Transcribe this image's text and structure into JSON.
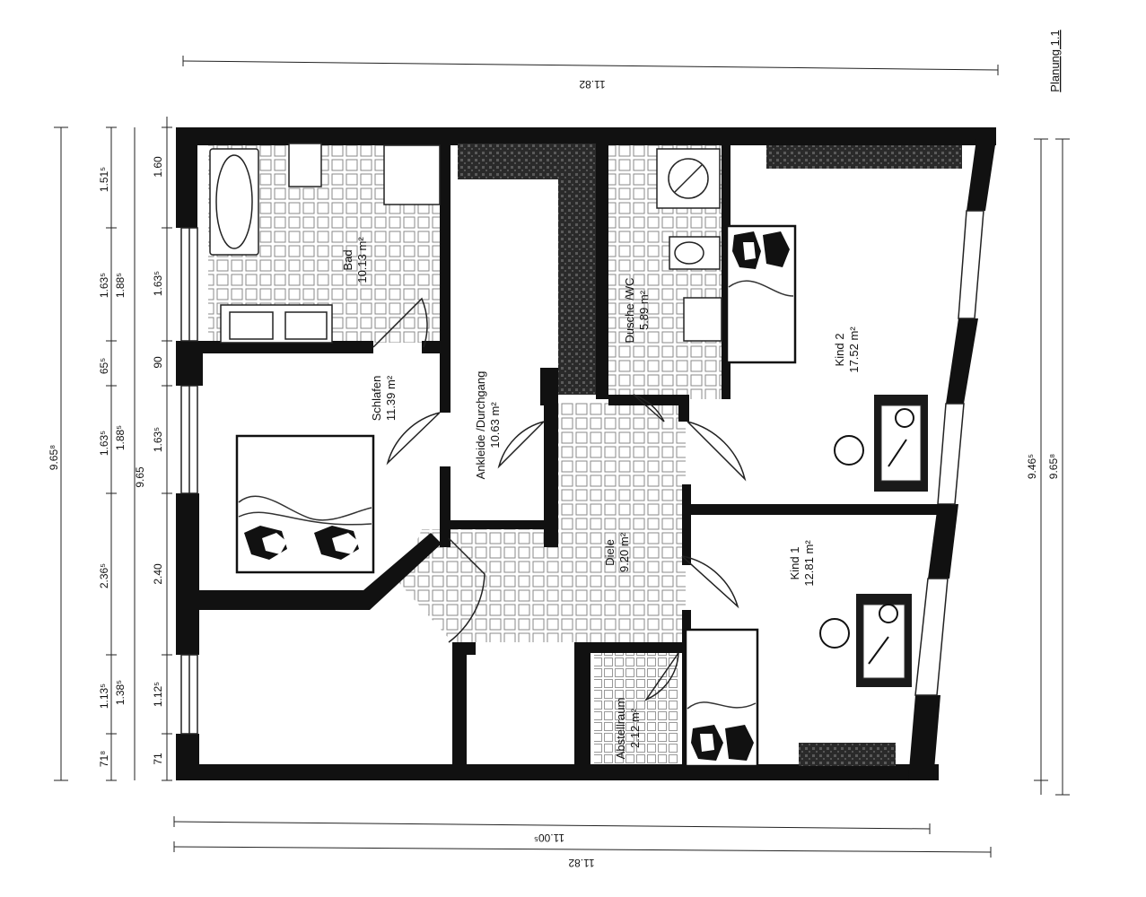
{
  "title": "Planung 1.1",
  "rooms": [
    {
      "id": "bad",
      "name": "Bad",
      "area": "10.13 m²"
    },
    {
      "id": "schlafen",
      "name": "Schlafen",
      "area": "11.39 m²"
    },
    {
      "id": "ankleide",
      "name": "Ankleide /Durchgang",
      "area": "10.63 m²"
    },
    {
      "id": "dusche",
      "name": "Dusche /WC",
      "area": "5.89 m²"
    },
    {
      "id": "kind2",
      "name": "Kind 2",
      "area": "17.52 m²"
    },
    {
      "id": "diele",
      "name": "Diele",
      "area": "9.20 m²"
    },
    {
      "id": "kind1",
      "name": "Kind 1",
      "area": "12.81 m²"
    },
    {
      "id": "abstellraum",
      "name": "Abstellraum",
      "area": "2.12 m²"
    }
  ],
  "dimensions": {
    "top_width": "11.82",
    "bottom_inner": "11.00⁵",
    "bottom_outer": "11.82",
    "left_total": "9.65⁸",
    "left_segments_outer": [
      "71⁸",
      "1.13⁵",
      "2.36⁵",
      "1.63⁵",
      "65⁵",
      "1.63⁵",
      "1.51⁵"
    ],
    "left_segments_mid": [
      "1.38⁵",
      "1.88⁵",
      "1.88⁵"
    ],
    "left_mid_total": "9.65",
    "left_segments_inner": [
      "71",
      "1.12⁵",
      "2.40",
      "1.63⁵",
      "90",
      "1.63⁵",
      "1.60"
    ],
    "right_inner": "9.46⁵",
    "right_outer": "9.65⁸"
  }
}
